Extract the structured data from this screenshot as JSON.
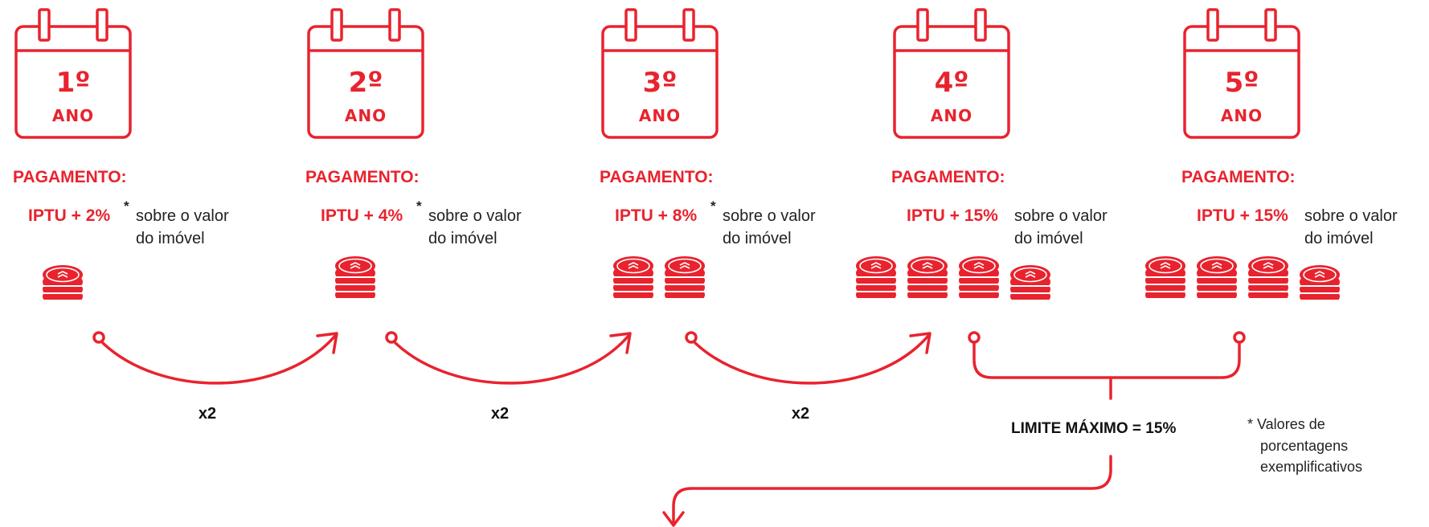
{
  "years": [
    {
      "num": "1º",
      "ano": "ANO",
      "pagamento": "PAGAMENTO:",
      "iptu": "IPTU + 2%",
      "star": "*",
      "desc1": "sobre o valor",
      "desc2": "do imóvel",
      "coins": [
        1
      ]
    },
    {
      "num": "2º",
      "ano": "ANO",
      "pagamento": "PAGAMENTO:",
      "iptu": "IPTU + 4%",
      "star": "*",
      "desc1": "sobre o valor",
      "desc2": "do imóvel",
      "coins": [
        2
      ]
    },
    {
      "num": "3º",
      "ano": "ANO",
      "pagamento": "PAGAMENTO:",
      "iptu": "IPTU + 8%",
      "star": "*",
      "desc1": "sobre o valor",
      "desc2": "do imóvel",
      "coins": [
        2,
        2
      ]
    },
    {
      "num": "4º",
      "ano": "ANO",
      "pagamento": "PAGAMENTO:",
      "iptu": "IPTU + 15%",
      "star": "",
      "desc1": "sobre o valor",
      "desc2": "do imóvel",
      "coins": [
        2,
        2,
        2,
        1
      ]
    },
    {
      "num": "5º",
      "ano": "ANO",
      "pagamento": "PAGAMENTO:",
      "iptu": "IPTU + 15%",
      "star": "",
      "desc1": "sobre o valor",
      "desc2": "do imóvel",
      "coins": [
        2,
        2,
        2,
        1
      ]
    }
  ],
  "multipliers": [
    "x2",
    "x2",
    "x2"
  ],
  "limit_label": "LIMITE MÁXIMO = 15%",
  "footnote": [
    "* Valores de",
    "porcentagens",
    "exemplificativos"
  ],
  "colors": {
    "accent": "#e8232e",
    "text": "#222222"
  }
}
